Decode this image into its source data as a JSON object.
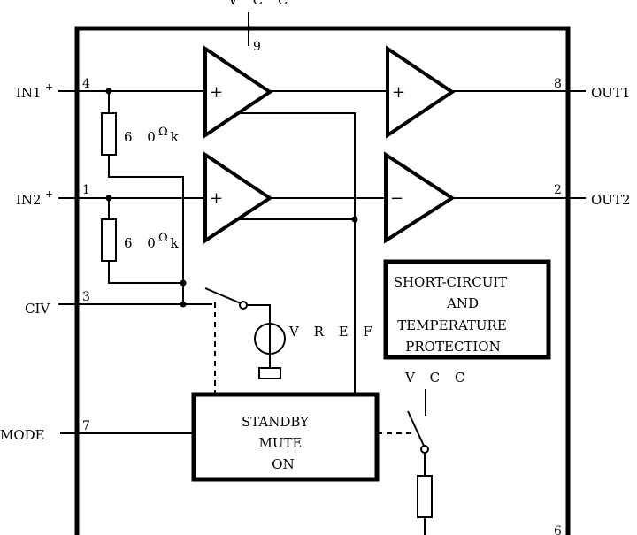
{
  "pins": {
    "in1": {
      "label": "IN1",
      "sign": "+",
      "num": "4"
    },
    "in2": {
      "label": "IN2",
      "sign": "+",
      "num": "1"
    },
    "civ": {
      "label": "CIV",
      "num": "3"
    },
    "mode": {
      "label": "MODE",
      "num": "7"
    },
    "vcc_top": {
      "label": "V C C",
      "num": "9"
    },
    "out1": {
      "label": "OUT1",
      "num": "8"
    },
    "out2": {
      "label": "OUT2",
      "num": "2"
    },
    "gnd": {
      "num": "6"
    }
  },
  "resistors": {
    "r1": {
      "value": "6 0 k",
      "unit": "Ω"
    },
    "r2": {
      "value": "6 0 k",
      "unit": "Ω"
    }
  },
  "amps": {
    "a1_sign": "+",
    "a2_sign": "+",
    "a3_sign": "+",
    "a4_sign": "−"
  },
  "vref": {
    "label": "V R E F"
  },
  "protection_box": {
    "lines": [
      "SHORT-CIRCUIT",
      "AND",
      "TEMPERATURE",
      "PROTECTION"
    ]
  },
  "standby_box": {
    "lines": [
      "STANDBY",
      "MUTE",
      "ON"
    ]
  },
  "vcc_switch": {
    "label": "V C C"
  }
}
